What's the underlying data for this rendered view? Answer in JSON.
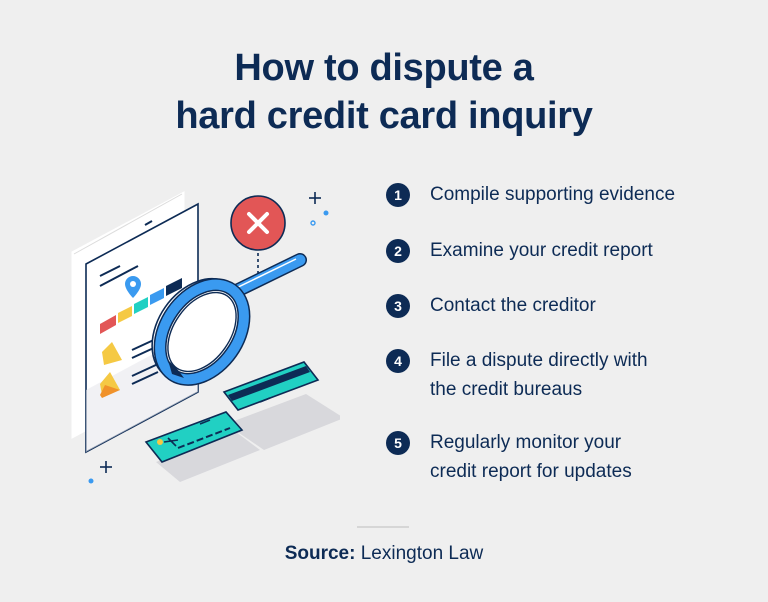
{
  "title": {
    "line1": "How to dispute a",
    "line2": "hard credit card inquiry"
  },
  "steps": [
    {
      "number": "1",
      "lines": [
        "Compile supporting evidence"
      ]
    },
    {
      "number": "2",
      "lines": [
        "Examine your credit report"
      ]
    },
    {
      "number": "3",
      "lines": [
        "Contact the creditor"
      ]
    },
    {
      "number": "4",
      "lines": [
        "File a dispute directly with",
        "the credit bureaus"
      ]
    },
    {
      "number": "5",
      "lines": [
        "Regularly monitor your",
        "credit report for updates"
      ]
    }
  ],
  "source": {
    "label": "Source:",
    "value": "Lexington Law"
  },
  "illustration": {
    "icons": [
      "document-icon",
      "magnifying-glass-icon",
      "error-x-icon",
      "credit-card-icon",
      "warning-triangle-icon",
      "location-pin-icon"
    ]
  },
  "colors": {
    "background": "#efefef",
    "navy": "#0d2b55",
    "blue": "#3a9af0",
    "teal": "#21d0c3",
    "red": "#e25656",
    "yellow": "#f5c944",
    "orange": "#f0922a"
  }
}
